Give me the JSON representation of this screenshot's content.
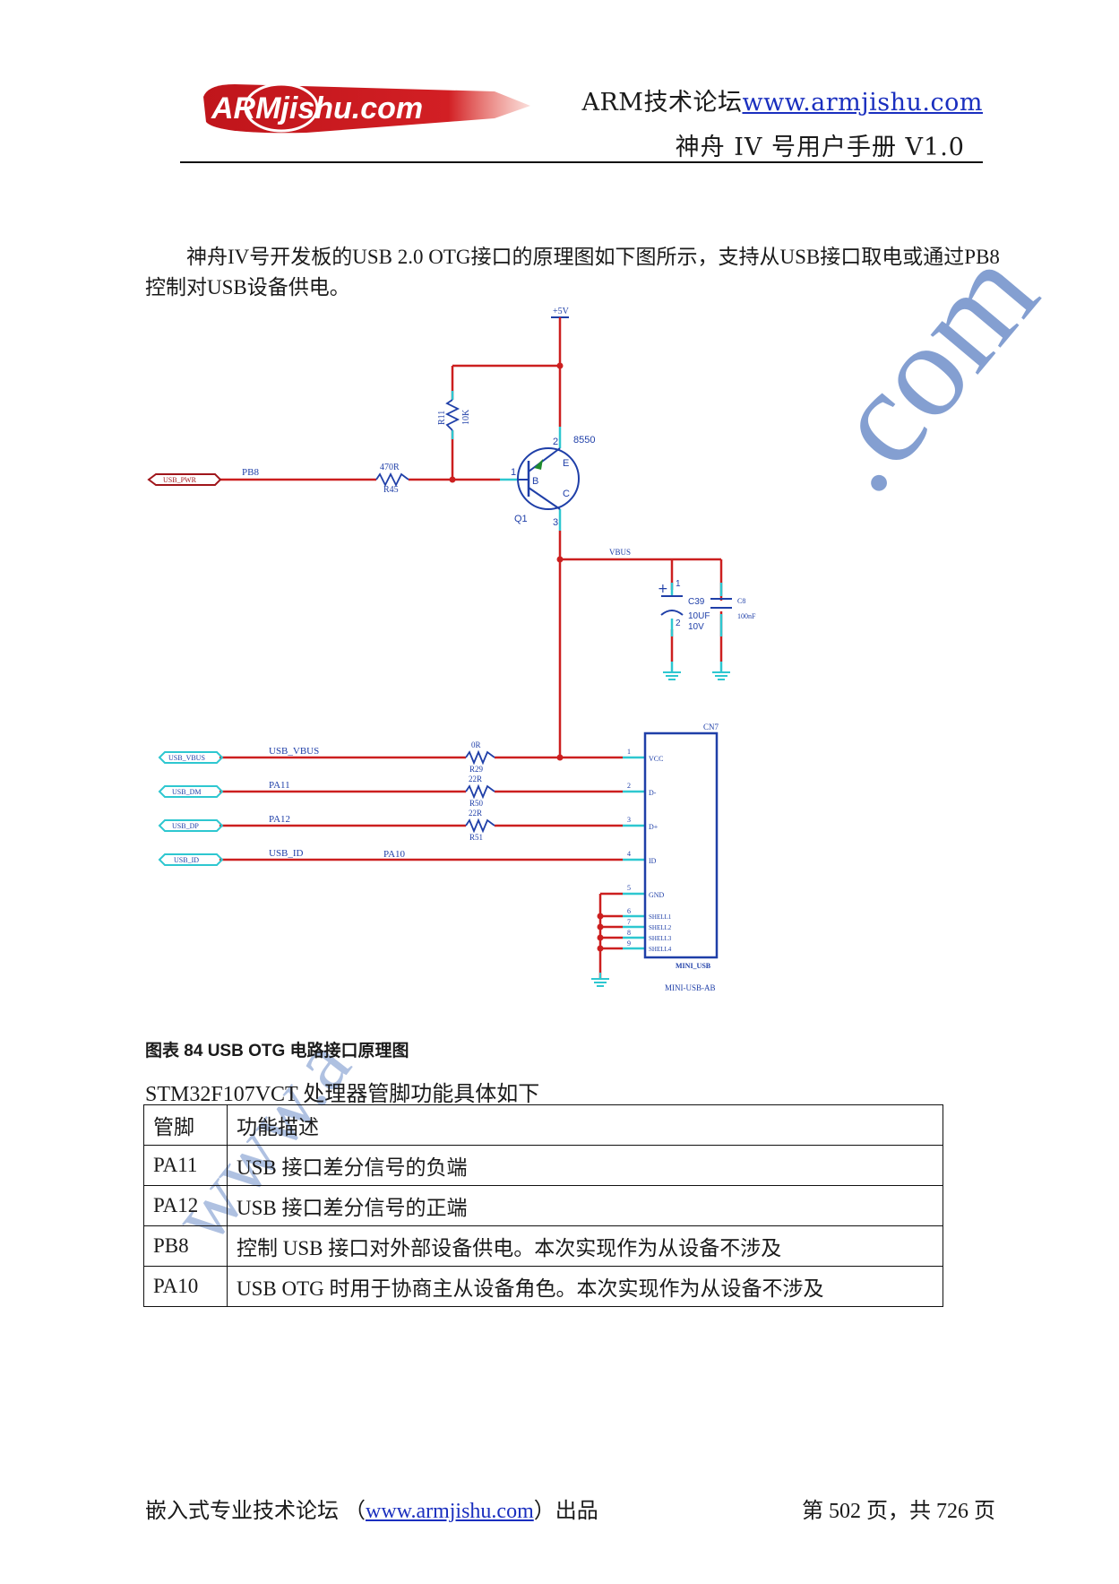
{
  "header": {
    "logo_text": "ARMjishu.com",
    "forum_label": "ARM技术论坛",
    "forum_url": "www.armjishu.com",
    "manual_title": "神舟 IV 号用户手册  V1.0"
  },
  "intro_paragraph": "神舟IV号开发板的USB 2.0 OTG接口的原理图如下图所示，支持从USB接口取电或通过PB8控制对USB设备供电。",
  "schematic": {
    "supply": "+5V",
    "transistor": {
      "ref": "Q1",
      "part": "8550",
      "pin_b": "B",
      "pin_e": "E",
      "pin_c": "C",
      "pin1": "1",
      "pin2": "2",
      "pin3": "3"
    },
    "r11": {
      "ref": "R11",
      "value": "10K"
    },
    "r45": {
      "ref": "R45",
      "value": "470R"
    },
    "usb_pwr_port": "USB_PWR",
    "pb8_net": "PB8",
    "vbus_net": "VBUS",
    "c39": {
      "ref": "C39",
      "value": "10UF",
      "voltage": "10V",
      "pin1": "1",
      "pin2": "2"
    },
    "c8": {
      "ref": "C8",
      "value": "100nF"
    },
    "ports": [
      "USB_VBUS",
      "USB_DM",
      "USB_DP",
      "USB_ID"
    ],
    "nets": [
      "USB_VBUS",
      "PA11",
      "PA12",
      "USB_ID"
    ],
    "pa10_net": "PA10",
    "resistors": [
      {
        "value": "0R",
        "ref": "R29"
      },
      {
        "value": "22R",
        "ref": "R50"
      },
      {
        "value": "22R",
        "ref": "R51"
      }
    ],
    "connector": {
      "ref": "CN7",
      "name": "MINI_USB",
      "footprint": "MINI-USB-AB",
      "pins": [
        {
          "num": "1",
          "name": "VCC"
        },
        {
          "num": "2",
          "name": "D-"
        },
        {
          "num": "3",
          "name": "D+"
        },
        {
          "num": "4",
          "name": "ID"
        },
        {
          "num": "5",
          "name": "GND"
        },
        {
          "num": "6",
          "name": "SHELL1"
        },
        {
          "num": "7",
          "name": "SHELL2"
        },
        {
          "num": "8",
          "name": "SHELL3"
        },
        {
          "num": "9",
          "name": "SHELL4"
        }
      ]
    }
  },
  "figure_caption": "图表  84 USB OTG 电路接口原理图",
  "table_intro": "STM32F107VCT 处理器管脚功能具体如下",
  "pin_table": {
    "headers": [
      "管脚",
      "功能描述"
    ],
    "rows": [
      [
        "PA11",
        "USB 接口差分信号的负端"
      ],
      [
        "PA12",
        "USB 接口差分信号的正端"
      ],
      [
        "PB8",
        "控制 USB 接口对外部设备供电。本次实现作为从设备不涉及"
      ],
      [
        "PA10",
        "USB OTG 时用于协商主从设备角色。本次实现作为从设备不涉及"
      ]
    ]
  },
  "watermark": {
    "top": ".com",
    "bottom": "www.a"
  },
  "footer": {
    "left_prefix": "嵌入式专业技术论坛  （",
    "url": "www.armjishu.com",
    "left_suffix": "）出品",
    "page_info": "第 502 页，共 726 页"
  },
  "colors": {
    "wire": "#cc1f1f",
    "pin": "#2ec7d0",
    "symbol": "#1f3fa8",
    "link": "#1a2fbf",
    "watermark": "#6f8fc9"
  }
}
